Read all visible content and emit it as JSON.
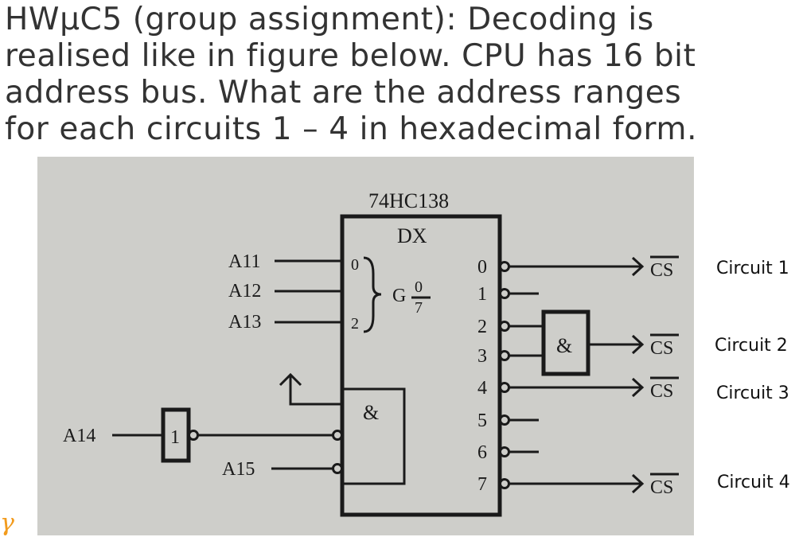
{
  "question": {
    "text": "HWμC5 (group assignment): Decoding is realised like in figure below. CPU has 16 bit address bus. What are the address ranges for each circuits 1 – 4 in hexadecimal form."
  },
  "diagram": {
    "chip_name": "74HC138",
    "chip_function": "DX",
    "select_label": "G",
    "select_range_top": "0",
    "select_range_bottom": "7",
    "input_index_top": "0",
    "input_index_bottom": "2",
    "enable_gate_symbol": "&",
    "and_gate_symbol": "&",
    "inverter_symbol": "1",
    "cs_label": "CS",
    "inputs": [
      "A11",
      "A12",
      "A13"
    ],
    "a14_label": "A14",
    "a15_label": "A15",
    "outputs": [
      "0",
      "1",
      "2",
      "3",
      "4",
      "5",
      "6",
      "7"
    ],
    "circuits": [
      "Circuit 1",
      "Circuit 2",
      "Circuit 3",
      "Circuit 4"
    ]
  }
}
